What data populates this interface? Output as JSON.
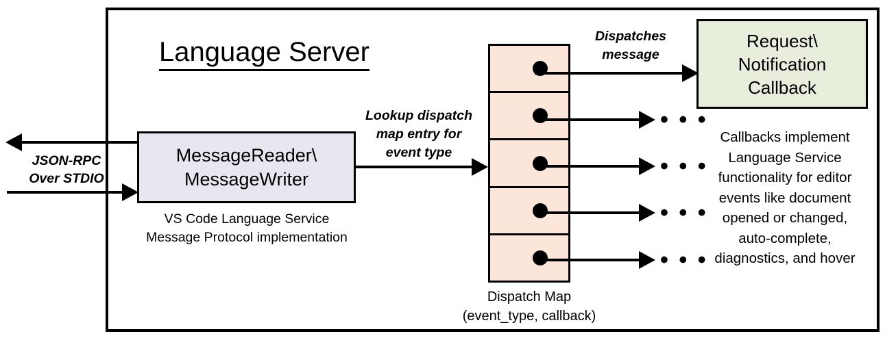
{
  "diagram": {
    "title": "Language Server",
    "boundary_name": "language-server-boundary"
  },
  "external_channel": {
    "label_line1": "JSON-RPC",
    "label_line2": "Over STDIO",
    "outbound_arrow": "arrow-left",
    "inbound_arrow": "arrow-right"
  },
  "message_io": {
    "box_line1": "MessageReader\\",
    "box_line2": "MessageWriter",
    "caption_line1": "VS Code Language Service",
    "caption_line2": "Message Protocol implementation",
    "fill_color": "#EAE6F0"
  },
  "lookup_edge": {
    "label_line1": "Lookup dispatch",
    "label_line2": "map entry for",
    "label_line3": "event type"
  },
  "dispatch_map": {
    "caption_line1": "Dispatch Map",
    "caption_line2": "(event_type, callback)",
    "fill_color": "#FBE6D9",
    "row_count": 5,
    "rows": [
      {
        "index": 1,
        "target": "callback-box"
      },
      {
        "index": 2,
        "target": "ellipsis"
      },
      {
        "index": 3,
        "target": "ellipsis"
      },
      {
        "index": 4,
        "target": "ellipsis"
      },
      {
        "index": 5,
        "target": "ellipsis"
      }
    ],
    "ellipsis_glyph": "• • •"
  },
  "dispatch_edge": {
    "label_line1": "Dispatches",
    "label_line2": "message"
  },
  "callback": {
    "box_line1": "Request\\",
    "box_line2": "Notification",
    "box_line3": "Callback",
    "fill_color": "#E7EFDC",
    "caption_line1": "Callbacks implement",
    "caption_line2": "Language Service",
    "caption_line3": "functionality for editor",
    "caption_line4": "events like document",
    "caption_line5": "opened or changed,",
    "caption_line6": "auto-complete,",
    "caption_line7": "diagnostics, and hover"
  }
}
